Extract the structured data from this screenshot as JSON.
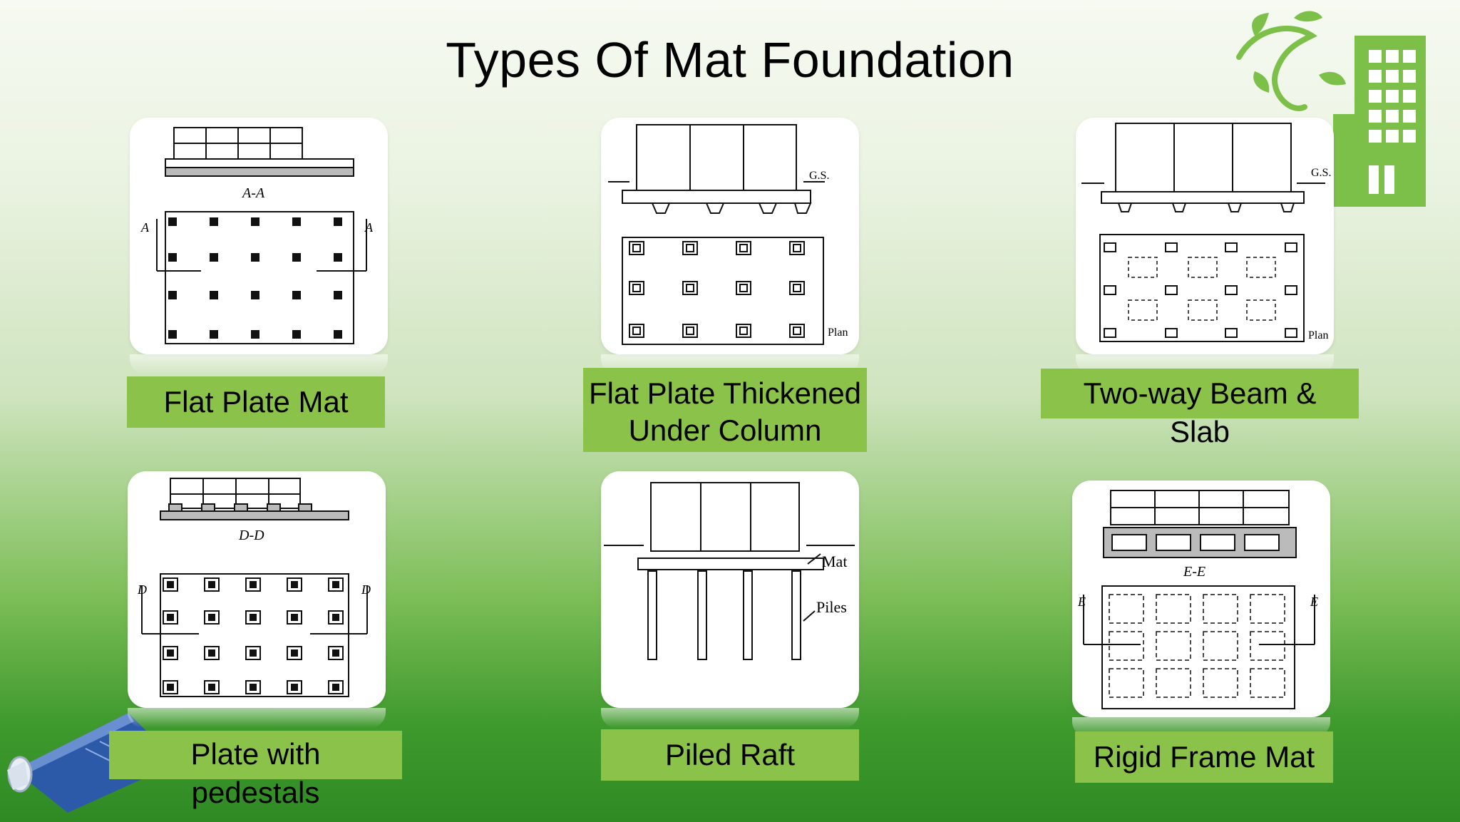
{
  "slide": {
    "title": "Types Of Mat Foundation",
    "items": [
      {
        "label": "Flat Plate Mat",
        "section": "A-A",
        "marker": "A"
      },
      {
        "label": "Flat Plate Thickened Under Column",
        "gs": "G.S.",
        "plan": "Plan"
      },
      {
        "label": "Two-way Beam & Slab",
        "gs": "G.S.",
        "plan": "Plan"
      },
      {
        "label": "Plate with pedestals",
        "section": "D-D",
        "marker": "D"
      },
      {
        "label": "Piled Raft",
        "mat": "Mat",
        "piles": "Piles"
      },
      {
        "label": "Rigid Frame Mat",
        "section": "E-E",
        "marker": "E"
      }
    ]
  },
  "colors": {
    "label_bg": "#8bc34a",
    "background_bottom": "#2f8a24"
  }
}
